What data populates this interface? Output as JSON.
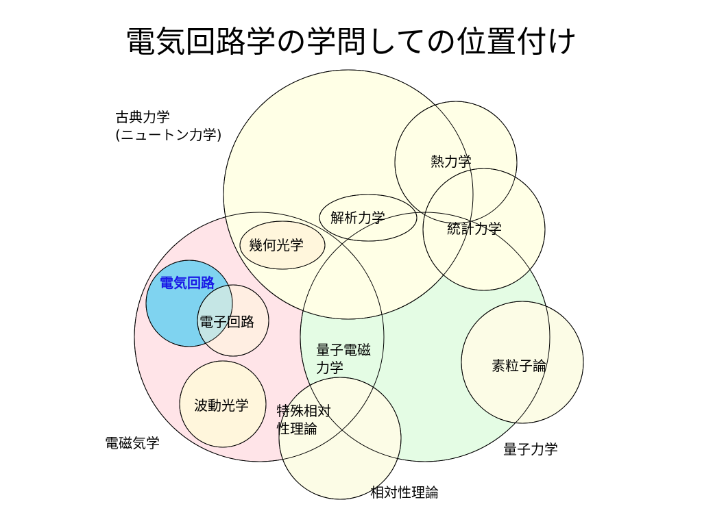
{
  "title": "電気回路学の学問しての位置付け",
  "colors": {
    "outline": "#000000",
    "classical_fill": "#ffffe6",
    "em_fill": "#ffe4e8",
    "quantum_fill": "#e4fce4",
    "circuit_fill": "#7fd3f0",
    "small_fill": "#fff6dc",
    "relativity_fill": "#fcfce6",
    "emphasis_text": "#1a1ae6"
  },
  "labels": {
    "classical_line1": "古典力学",
    "classical_line2": "(ニュートン力学)",
    "thermo": "熱力学",
    "analytical": "解析力学",
    "statistical": "統計力学",
    "geometric_optics": "幾何光学",
    "circuit": "電気回路",
    "electronic_circuit": "電子回路",
    "qed_line1": "量子電磁",
    "qed_line2": "力学",
    "particle": "素粒子論",
    "wave_optics": "波動光学",
    "special_rel_line1": "特殊相対",
    "special_rel_line2": "性理論",
    "electromagnetism": "電磁気学",
    "quantum": "量子力学",
    "relativity": "相対性理論"
  }
}
